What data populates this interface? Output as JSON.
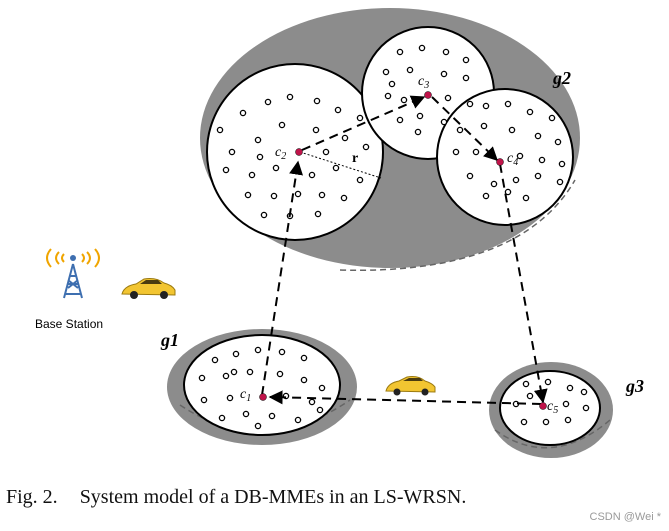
{
  "figure": {
    "groups": [
      {
        "label": "g1",
        "id": "group-g1"
      },
      {
        "label": "g2",
        "id": "group-g2"
      },
      {
        "label": "g3",
        "id": "group-g3"
      }
    ],
    "cluster_heads": [
      {
        "base": "c",
        "sub": "1"
      },
      {
        "base": "c",
        "sub": "2"
      },
      {
        "base": "c",
        "sub": "3"
      },
      {
        "base": "c",
        "sub": "4"
      },
      {
        "base": "c",
        "sub": "5"
      }
    ],
    "radius_label": "r",
    "base_station_label": "Base Station",
    "icons": [
      "base-station-tower-icon",
      "mobile-charger-car-icon"
    ],
    "colors": {
      "group_fill": "#8c8c8c",
      "cluster_fill": "#ffffff",
      "cluster_head": "#c0144a",
      "charger_body": "#f2c531",
      "signal": "#f0a500",
      "tower": "#3e6fb0"
    }
  },
  "caption": {
    "prefix": "Fig. 2.",
    "text": "System model of a DB-MMEs in an LS-WRSN."
  },
  "watermark": "CSDN @Wei *"
}
